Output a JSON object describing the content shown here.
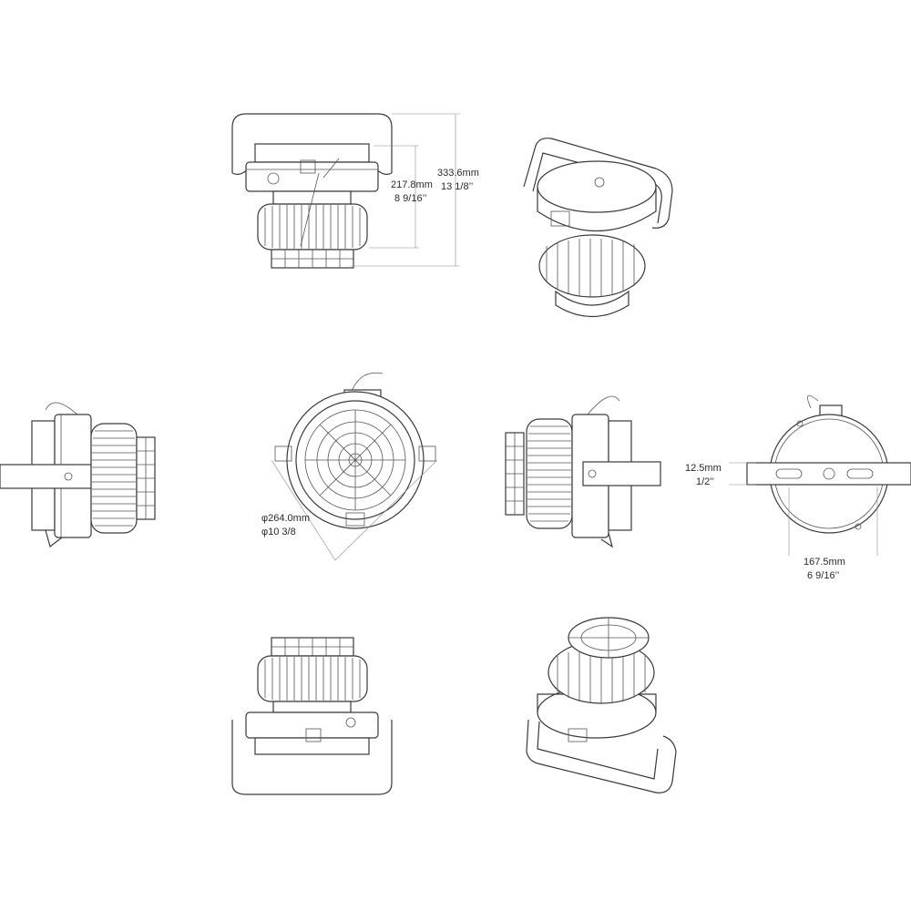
{
  "dimensions": {
    "overall_height_mm": "333.6mm",
    "overall_height_in": "13 1/8’’",
    "body_height_mm": "217.8mm",
    "body_height_in": "8 9/16’’",
    "diameter_mm": "φ264.0mm",
    "diameter_in": "φ10 3/8",
    "bracket_thickness_mm": "12.5mm",
    "bracket_thickness_in": "1/2’’",
    "mount_spacing_mm": "167.5mm",
    "mount_spacing_in": "6 9/16’’"
  },
  "colors": {
    "line": "#3a3a3a",
    "dimension": "#8a8a8a",
    "background": "#ffffff"
  }
}
